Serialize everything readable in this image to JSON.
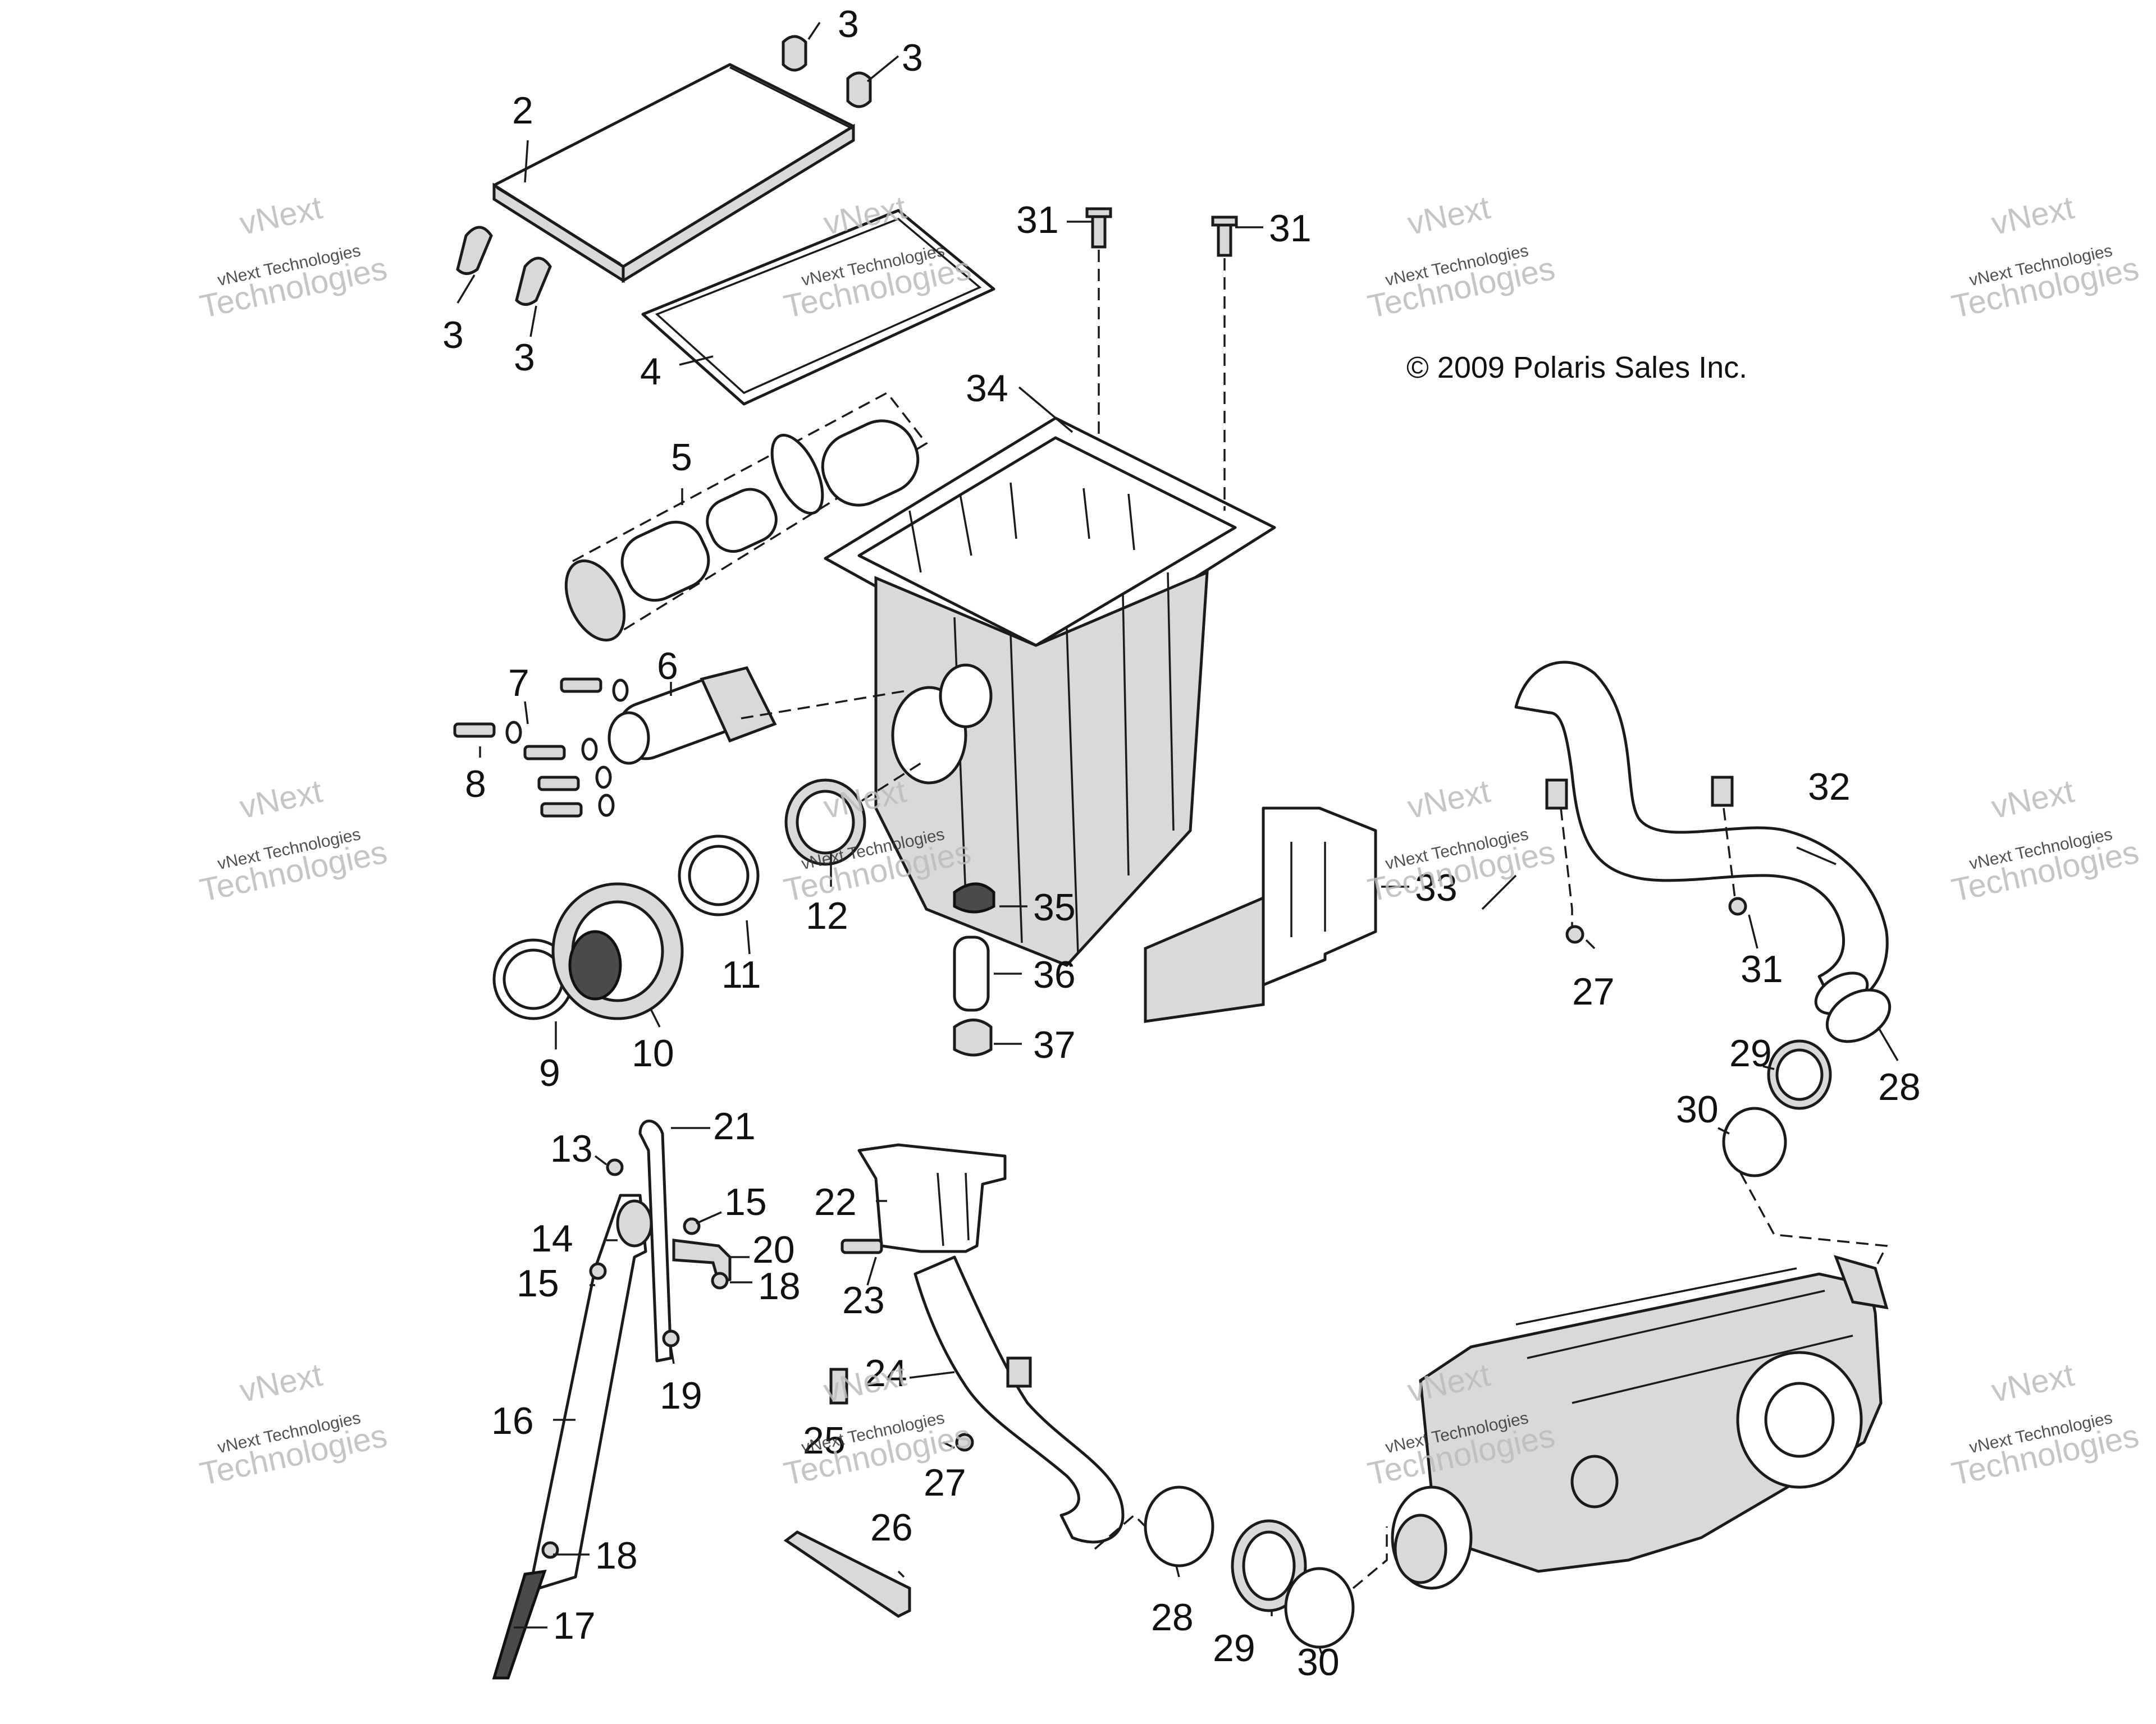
{
  "copyright": "© 2009 Polaris Sales Inc.",
  "watermark": {
    "line1": "vNext",
    "line2": "vNext Technologies",
    "line3": "Technologies"
  },
  "callouts": {
    "p2": "2",
    "p3a": "3",
    "p3b": "3",
    "p3c": "3",
    "p3d": "3",
    "p4": "4",
    "p5": "5",
    "p6": "6",
    "p7": "7",
    "p8": "8",
    "p9": "9",
    "p10": "10",
    "p11": "11",
    "p12": "12",
    "p13": "13",
    "p14": "14",
    "p15a": "15",
    "p15b": "15",
    "p16": "16",
    "p17": "17",
    "p18a": "18",
    "p18b": "18",
    "p19": "19",
    "p20": "20",
    "p21": "21",
    "p22": "22",
    "p23": "23",
    "p24": "24",
    "p25": "25",
    "p26": "26",
    "p27a": "27",
    "p27b": "27",
    "p28a": "28",
    "p28b": "28",
    "p29a": "29",
    "p29b": "29",
    "p30a": "30",
    "p30b": "30",
    "p31a": "31",
    "p31b": "31",
    "p31c": "31",
    "p32": "32",
    "p33": "33",
    "p34": "34",
    "p35": "35",
    "p36": "36",
    "p37": "37"
  }
}
